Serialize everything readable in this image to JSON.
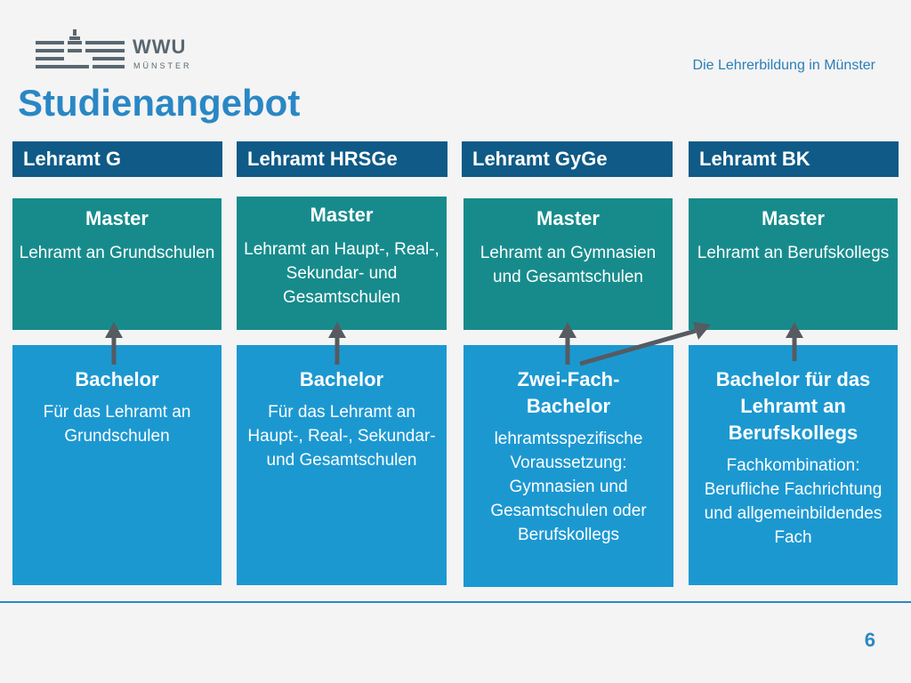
{
  "logo": {
    "name": "WWU",
    "sub": "MÜNSTER"
  },
  "header": {
    "subtitle": "Die Lehrerbildung in Münster",
    "title": "Studienangebot"
  },
  "columns": [
    {
      "header": "Lehramt G",
      "master": {
        "title": "Master",
        "text": "Lehramt an Grundschulen"
      },
      "bachelor": {
        "title": "Bachelor",
        "text": "Für das Lehramt an Grundschulen"
      }
    },
    {
      "header": "Lehramt HRSGe",
      "master": {
        "title": "Master",
        "text": "Lehramt an Haupt-, Real-, Sekundar- und Gesamtschulen"
      },
      "bachelor": {
        "title": "Bachelor",
        "text": "Für das Lehramt an Haupt-, Real-, Sekundar- und Gesamtschulen"
      }
    },
    {
      "header": "Lehramt GyGe",
      "master": {
        "title": "Master",
        "text": "Lehramt an Gymnasien und Gesamtschulen"
      },
      "bachelor": {
        "title": "Zwei-Fach-Bachelor",
        "text": "lehramtsspezifische Voraussetzung: Gymnasien und Gesamtschulen oder Berufskollegs"
      }
    },
    {
      "header": "Lehramt BK",
      "master": {
        "title": "Master",
        "text": "Lehramt an Berufskollegs"
      },
      "bachelor": {
        "title": "Bachelor für das Lehramt an Berufskollegs",
        "text": "Fachkombination: Berufliche Fachrichtung und allgemeinbildendes Fach"
      }
    }
  ],
  "footer": {
    "page_number": "6"
  },
  "colors": {
    "header": "#0f5a86",
    "master": "#178b8c",
    "bachelor": "#1c98d1",
    "arrow": "#555b61",
    "accent": "#2a87c5"
  }
}
